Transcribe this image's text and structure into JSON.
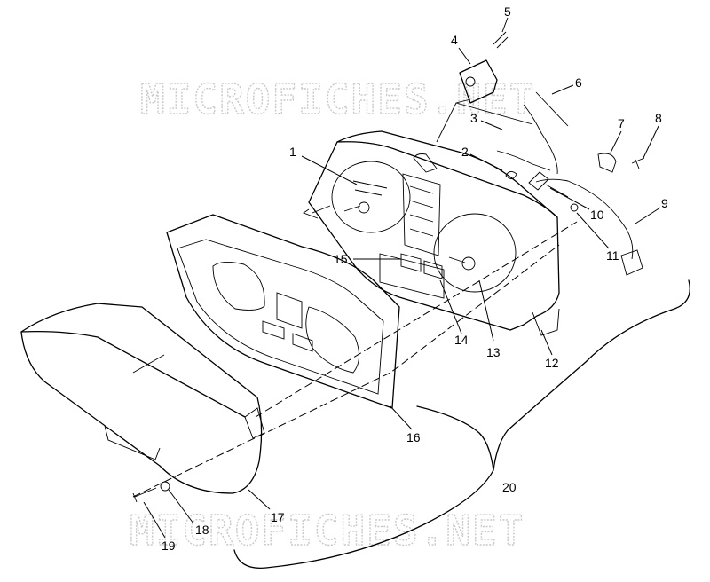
{
  "watermarks": [
    "MICROFICHES.NET",
    "MICROFICHES.NET"
  ],
  "callouts": [
    {
      "id": "c1",
      "text": "1"
    },
    {
      "id": "c2",
      "text": "2"
    },
    {
      "id": "c3",
      "text": "3"
    },
    {
      "id": "c4",
      "text": "4"
    },
    {
      "id": "c5",
      "text": "5"
    },
    {
      "id": "c6",
      "text": "6"
    },
    {
      "id": "c7",
      "text": "7"
    },
    {
      "id": "c8",
      "text": "8"
    },
    {
      "id": "c9",
      "text": "9"
    },
    {
      "id": "c10",
      "text": "10"
    },
    {
      "id": "c11",
      "text": "11"
    },
    {
      "id": "c12",
      "text": "12"
    },
    {
      "id": "c13",
      "text": "13"
    },
    {
      "id": "c14",
      "text": "14"
    },
    {
      "id": "c15",
      "text": "15"
    },
    {
      "id": "c16",
      "text": "16"
    },
    {
      "id": "c17",
      "text": "17"
    },
    {
      "id": "c18",
      "text": "18"
    },
    {
      "id": "c19",
      "text": "19"
    },
    {
      "id": "c20",
      "text": "20"
    }
  ]
}
